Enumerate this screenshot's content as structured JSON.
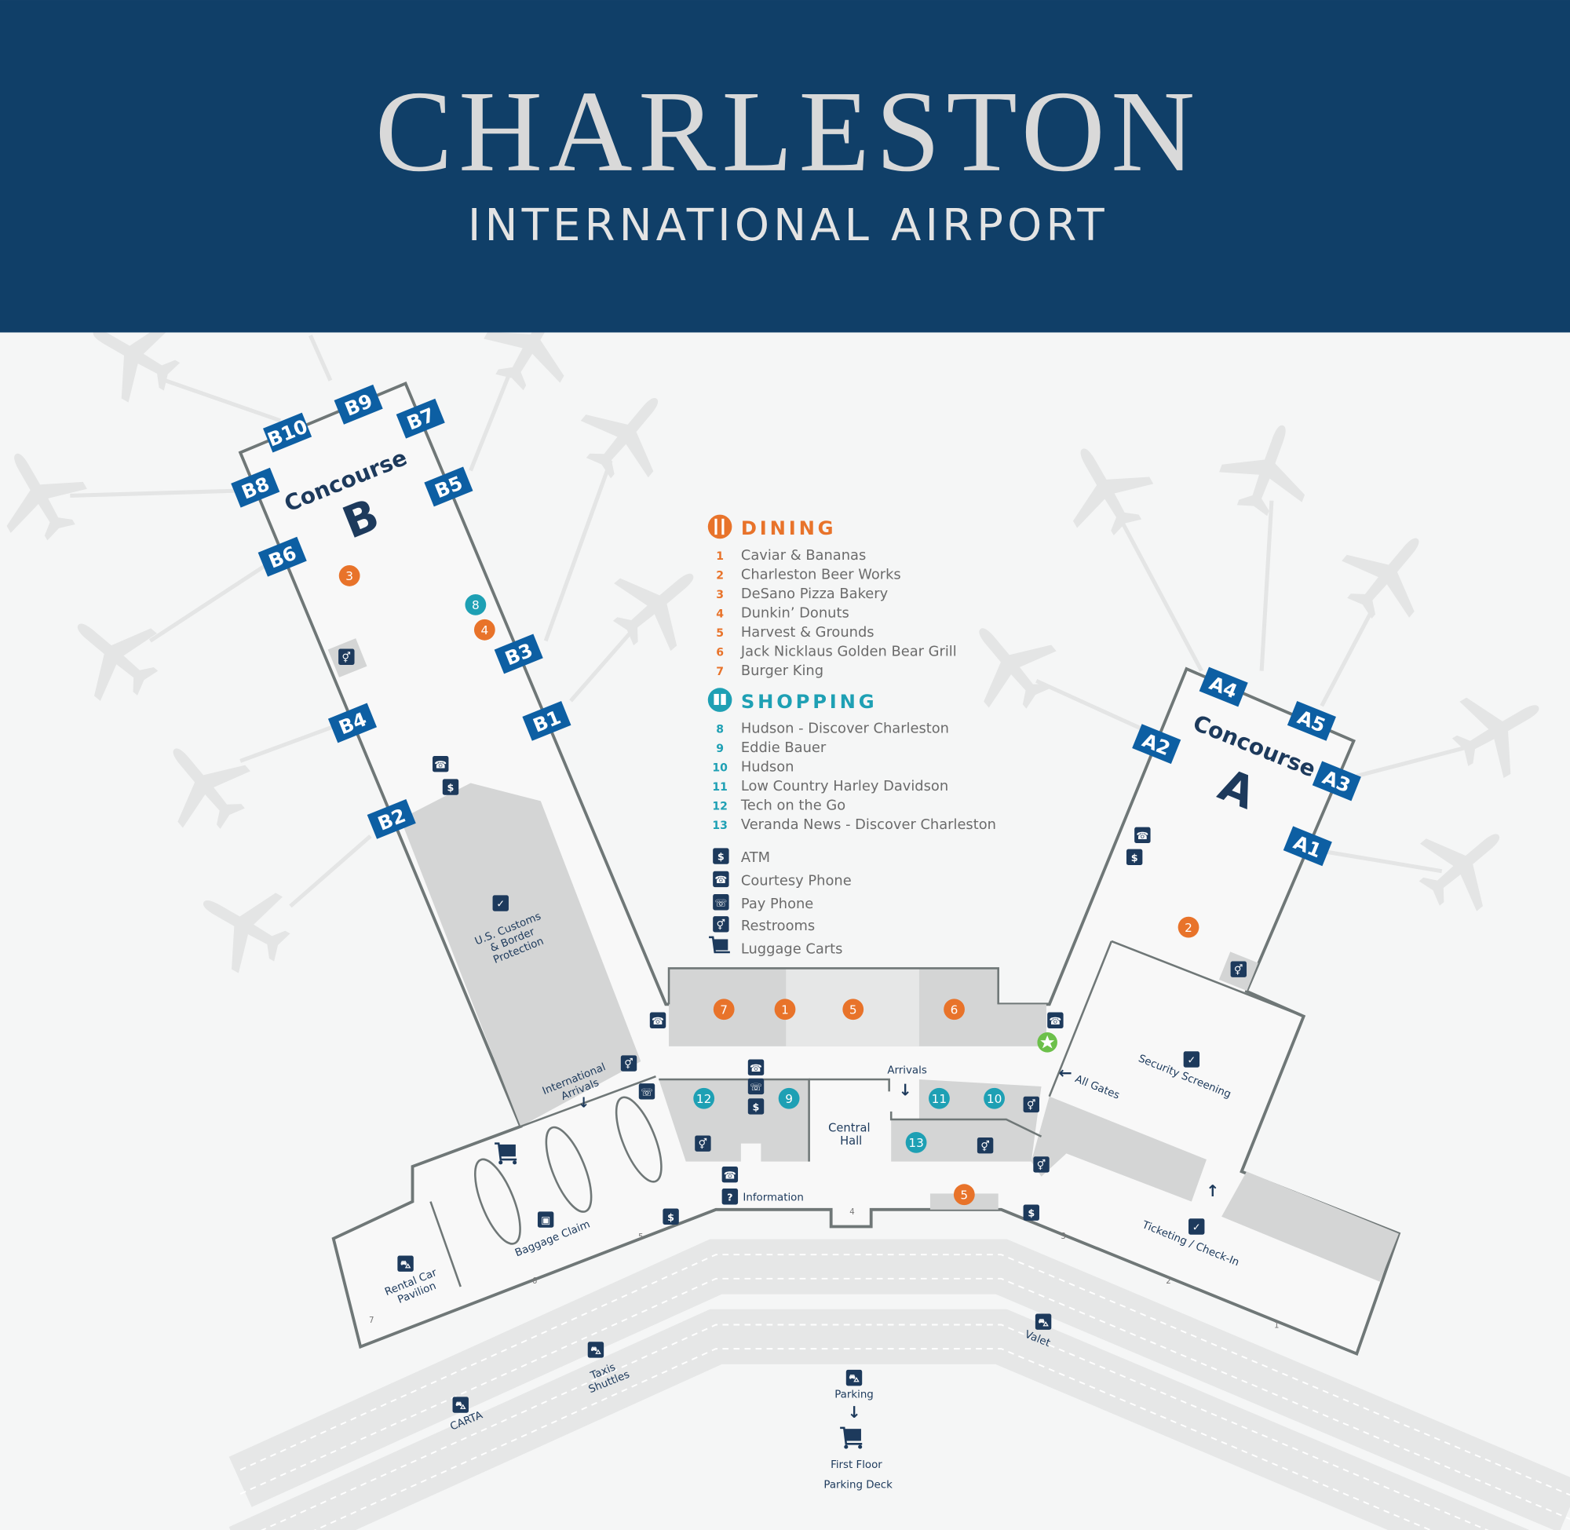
{
  "header": {
    "title": "CHARLESTON",
    "subtitle": "INTERNATIONAL AIRPORT"
  },
  "colors": {
    "navy": "#103f68",
    "gate_blue": "#0d5fa3",
    "dining": "#e8732a",
    "shopping": "#1ea0b4",
    "icon": "#1d3a5c",
    "star": "#6cc04a"
  },
  "legend": {
    "dining": {
      "title": "DINING",
      "icon": "fork-knife-icon",
      "items": [
        {
          "num": "1",
          "name": "Caviar & Bananas"
        },
        {
          "num": "2",
          "name": "Charleston Beer Works"
        },
        {
          "num": "3",
          "name": "DeSano Pizza Bakery"
        },
        {
          "num": "4",
          "name": "Dunkin’ Donuts"
        },
        {
          "num": "5",
          "name": "Harvest & Grounds"
        },
        {
          "num": "6",
          "name": "Jack Nicklaus Golden Bear Grill"
        },
        {
          "num": "7",
          "name": "Burger King"
        }
      ]
    },
    "shopping": {
      "title": "SHOPPING",
      "icon": "shopping-bag-icon",
      "items": [
        {
          "num": "8",
          "name": "Hudson - Discover Charleston"
        },
        {
          "num": "9",
          "name": "Eddie Bauer"
        },
        {
          "num": "10",
          "name": "Hudson"
        },
        {
          "num": "11",
          "name": "Low Country Harley Davidson"
        },
        {
          "num": "12",
          "name": "Tech on the Go"
        },
        {
          "num": "13",
          "name": "Veranda News - Discover Charleston"
        }
      ]
    },
    "services": [
      {
        "icon": "atm-icon",
        "name": "ATM"
      },
      {
        "icon": "courtesy-phone-icon",
        "name": "Courtesy Phone"
      },
      {
        "icon": "pay-phone-icon",
        "name": "Pay Phone"
      },
      {
        "icon": "restroom-icon",
        "name": "Restrooms"
      },
      {
        "icon": "luggage-cart-icon",
        "name": "Luggage Carts"
      }
    ]
  },
  "concourses": {
    "b": {
      "label": "Concourse",
      "letter": "B",
      "gates": [
        "B10",
        "B9",
        "B7",
        "B8",
        "B5",
        "B6",
        "B3",
        "B1",
        "B4",
        "B2"
      ]
    },
    "a": {
      "label": "Concourse",
      "letter": "A",
      "gates": [
        "A4",
        "A5",
        "A2",
        "A3",
        "A1"
      ]
    }
  },
  "map_markers": {
    "dining": [
      "3",
      "4",
      "7",
      "1",
      "5",
      "6",
      "5",
      "2"
    ],
    "shopping": [
      "8",
      "12",
      "9",
      "11",
      "10",
      "13"
    ]
  },
  "labels": {
    "customs": [
      "U.S. Customs",
      "& Border",
      "Protection"
    ],
    "intl_arrivals": [
      "International",
      "Arrivals"
    ],
    "baggage": "Baggage Claim",
    "rental": [
      "Rental Car",
      "Pavilion"
    ],
    "central": [
      "Central",
      "Hall"
    ],
    "arrivals": "Arrivals",
    "all_gates": "All Gates",
    "security": "Security Screening",
    "ticketing": "Ticketing / Check-In",
    "information": "Information",
    "valet": "Valet",
    "taxis": [
      "Taxis",
      "Shuttles"
    ],
    "carta": "CARTA",
    "parking": "Parking",
    "parking_deck": [
      "First Floor",
      "Parking Deck"
    ],
    "doors": [
      "1",
      "2",
      "3",
      "4",
      "5",
      "6",
      "7"
    ]
  }
}
